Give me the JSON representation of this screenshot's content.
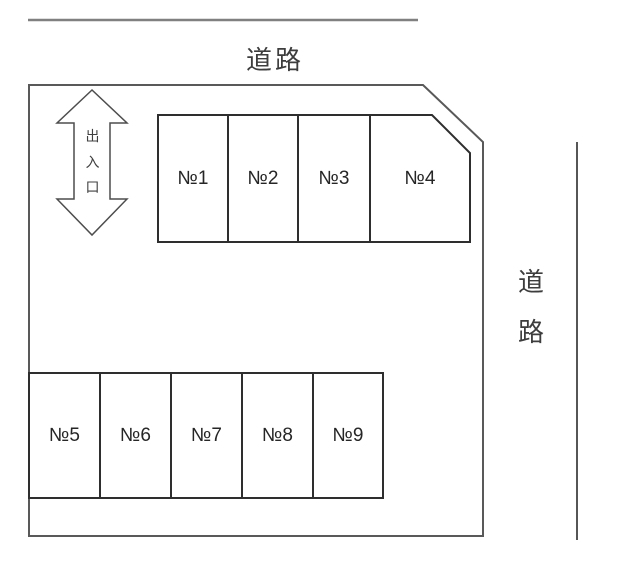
{
  "diagram": {
    "type": "parking-lot-layout"
  },
  "roads": {
    "top": {
      "label": "道路"
    },
    "right": {
      "label": "道路",
      "chars": [
        "道",
        "路"
      ]
    }
  },
  "entrance": {
    "label": "出入口",
    "chars": [
      "出",
      "入",
      "口"
    ]
  },
  "stalls": {
    "top_row": [
      {
        "label": "№1"
      },
      {
        "label": "№2"
      },
      {
        "label": "№3"
      },
      {
        "label": "№4"
      }
    ],
    "bottom_row": [
      {
        "label": "№5"
      },
      {
        "label": "№6"
      },
      {
        "label": "№7"
      },
      {
        "label": "№8"
      },
      {
        "label": "№9"
      }
    ]
  },
  "colors": {
    "background": "#ffffff",
    "road_line_top": "#808080",
    "road_line_right": "#565656",
    "lot_boundary": "#595959",
    "stall_border": "#2e2e2e",
    "arrow_stroke": "#4d4d4d",
    "text": "#3d3d3d"
  }
}
